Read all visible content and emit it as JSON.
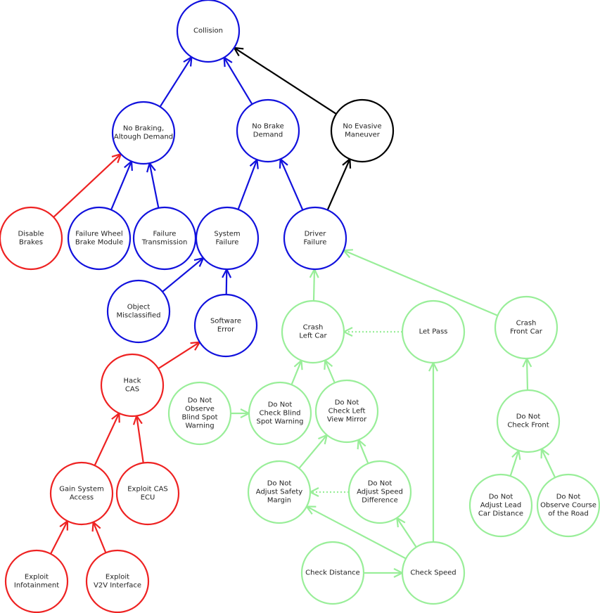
{
  "colors": {
    "blue": "#1111dd",
    "red": "#ee2222",
    "green": "#99ee99",
    "black": "#000000"
  },
  "nodes": [
    {
      "id": "collision",
      "lines": [
        "Collision"
      ],
      "color": "blue"
    },
    {
      "id": "no-braking",
      "lines": [
        "No Braking,",
        "Altough Demand"
      ],
      "color": "blue"
    },
    {
      "id": "no-brake-demand",
      "lines": [
        "No Brake",
        "Demand"
      ],
      "color": "blue"
    },
    {
      "id": "no-evasive",
      "lines": [
        "No Evasive",
        "Maneuver"
      ],
      "color": "black"
    },
    {
      "id": "disable-brakes",
      "lines": [
        "Disable",
        "Brakes"
      ],
      "color": "red"
    },
    {
      "id": "failure-wheel",
      "lines": [
        "Failure Wheel",
        "Brake Module"
      ],
      "color": "blue"
    },
    {
      "id": "failure-transmission",
      "lines": [
        "Failure",
        "Transmission"
      ],
      "color": "blue"
    },
    {
      "id": "system-failure",
      "lines": [
        "System",
        "Failure"
      ],
      "color": "blue"
    },
    {
      "id": "driver-failure",
      "lines": [
        "Driver",
        "Failure"
      ],
      "color": "blue"
    },
    {
      "id": "object-misclassified",
      "lines": [
        "Object",
        "Misclassified"
      ],
      "color": "blue"
    },
    {
      "id": "software-error",
      "lines": [
        "Software",
        "Error"
      ],
      "color": "blue"
    },
    {
      "id": "hack-cas",
      "lines": [
        "Hack",
        "CAS"
      ],
      "color": "red"
    },
    {
      "id": "crash-left",
      "lines": [
        "Crash",
        "Left Car"
      ],
      "color": "green"
    },
    {
      "id": "let-pass",
      "lines": [
        "Let Pass"
      ],
      "color": "green"
    },
    {
      "id": "crash-front",
      "lines": [
        "Crash",
        "Front Car"
      ],
      "color": "green"
    },
    {
      "id": "observe-blind",
      "lines": [
        "Do Not",
        "Observe",
        "Blind Spot",
        "Warning"
      ],
      "color": "green"
    },
    {
      "id": "check-blind",
      "lines": [
        "Do Not",
        "Check Blind",
        "Spot Warning"
      ],
      "color": "green"
    },
    {
      "id": "check-left-mirror",
      "lines": [
        "Do Not",
        "Check Left",
        "View Mirror"
      ],
      "color": "green"
    },
    {
      "id": "check-front",
      "lines": [
        "Do Not",
        "Check Front"
      ],
      "color": "green"
    },
    {
      "id": "gain-access",
      "lines": [
        "Gain System",
        "Access"
      ],
      "color": "red"
    },
    {
      "id": "exploit-cas-ecu",
      "lines": [
        "Exploit CAS",
        "ECU"
      ],
      "color": "red"
    },
    {
      "id": "adjust-margin",
      "lines": [
        "Do Not",
        "Adjust Safety",
        "Margin"
      ],
      "color": "green"
    },
    {
      "id": "adjust-speed",
      "lines": [
        "Do Not",
        "Adjust Speed",
        "Difference"
      ],
      "color": "green"
    },
    {
      "id": "adjust-lead",
      "lines": [
        "Do Not",
        "Adjust Lead",
        "Car Distance"
      ],
      "color": "green"
    },
    {
      "id": "observe-road",
      "lines": [
        "Do Not",
        "Observe Course",
        "of the Road"
      ],
      "color": "green"
    },
    {
      "id": "exploit-infotainment",
      "lines": [
        "Exploit",
        "Infotainment"
      ],
      "color": "red"
    },
    {
      "id": "exploit-v2v",
      "lines": [
        "Exploit",
        "V2V Interface"
      ],
      "color": "red"
    },
    {
      "id": "check-distance",
      "lines": [
        "Check Distance"
      ],
      "color": "green"
    },
    {
      "id": "check-speed",
      "lines": [
        "Check Speed"
      ],
      "color": "green"
    }
  ],
  "edges": [
    {
      "from": "no-braking",
      "to": "collision",
      "color": "blue"
    },
    {
      "from": "no-brake-demand",
      "to": "collision",
      "color": "blue"
    },
    {
      "from": "no-evasive",
      "to": "collision",
      "color": "black"
    },
    {
      "from": "disable-brakes",
      "to": "no-braking",
      "color": "red"
    },
    {
      "from": "failure-wheel",
      "to": "no-braking",
      "color": "blue"
    },
    {
      "from": "failure-transmission",
      "to": "no-braking",
      "color": "blue"
    },
    {
      "from": "system-failure",
      "to": "no-brake-demand",
      "color": "blue"
    },
    {
      "from": "driver-failure",
      "to": "no-brake-demand",
      "color": "blue"
    },
    {
      "from": "driver-failure",
      "to": "no-evasive",
      "color": "black"
    },
    {
      "from": "object-misclassified",
      "to": "system-failure",
      "color": "blue"
    },
    {
      "from": "software-error",
      "to": "system-failure",
      "color": "blue"
    },
    {
      "from": "hack-cas",
      "to": "software-error",
      "color": "red"
    },
    {
      "from": "crash-left",
      "to": "driver-failure",
      "color": "green"
    },
    {
      "from": "crash-front",
      "to": "driver-failure",
      "color": "green"
    },
    {
      "from": "let-pass",
      "to": "crash-left",
      "color": "green",
      "dashed": true
    },
    {
      "from": "check-blind",
      "to": "crash-left",
      "color": "green"
    },
    {
      "from": "check-left-mirror",
      "to": "crash-left",
      "color": "green"
    },
    {
      "from": "observe-blind",
      "to": "check-blind",
      "color": "green"
    },
    {
      "from": "adjust-margin",
      "to": "check-left-mirror",
      "color": "green"
    },
    {
      "from": "adjust-speed",
      "to": "check-left-mirror",
      "color": "green"
    },
    {
      "from": "adjust-speed",
      "to": "adjust-margin",
      "color": "green",
      "dashed": true
    },
    {
      "from": "check-speed",
      "to": "adjust-margin",
      "color": "green"
    },
    {
      "from": "check-speed",
      "to": "adjust-speed",
      "color": "green"
    },
    {
      "from": "check-speed",
      "to": "let-pass",
      "color": "green"
    },
    {
      "from": "check-distance",
      "to": "check-speed",
      "color": "green"
    },
    {
      "from": "check-front",
      "to": "crash-front",
      "color": "green"
    },
    {
      "from": "adjust-lead",
      "to": "check-front",
      "color": "green"
    },
    {
      "from": "observe-road",
      "to": "check-front",
      "color": "green"
    },
    {
      "from": "gain-access",
      "to": "hack-cas",
      "color": "red"
    },
    {
      "from": "exploit-cas-ecu",
      "to": "hack-cas",
      "color": "red"
    },
    {
      "from": "exploit-infotainment",
      "to": "gain-access",
      "color": "red"
    },
    {
      "from": "exploit-v2v",
      "to": "gain-access",
      "color": "red"
    }
  ]
}
